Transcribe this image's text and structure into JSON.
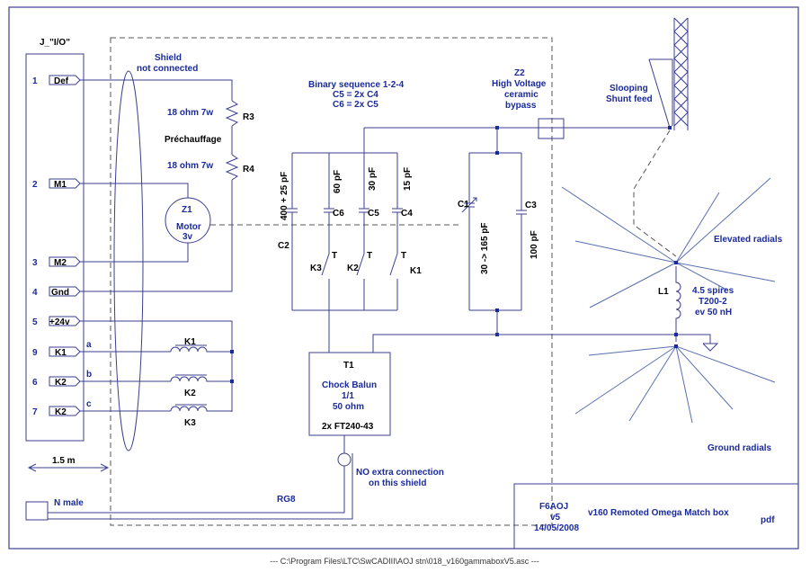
{
  "connector": {
    "title": "J_\"I/O\""
  },
  "pins": [
    {
      "num": "1",
      "label": "Def"
    },
    {
      "num": "2",
      "label": "M1"
    },
    {
      "num": "3",
      "label": "M2"
    },
    {
      "num": "4",
      "label": "Gnd"
    },
    {
      "num": "5",
      "label": "+24v"
    },
    {
      "num": "9",
      "label": "K1"
    },
    {
      "num": "6",
      "label": "K2"
    },
    {
      "num": "7",
      "label": "K2"
    }
  ],
  "wire_letters": [
    "a",
    "b",
    "c"
  ],
  "shield": {
    "line1": "Shield",
    "line2": "not connected"
  },
  "resistors": {
    "r3_value": "18 ohm 7w",
    "r3_ref": "R3",
    "r4_value": "18 ohm 7w",
    "r4_ref": "R4",
    "heater_label": "Préchauffage"
  },
  "motor": {
    "ref": "Z1",
    "name": "Motor",
    "volt": "3v"
  },
  "relay_coils": [
    "K1",
    "K2",
    "K3"
  ],
  "length_label": "1.5 m",
  "n_male": "N male",
  "rg8": "RG8",
  "no_extra": {
    "line1": "NO extra connection",
    "line2": "on this shield"
  },
  "binary": {
    "line1": "Binary sequence 1-2-4",
    "line2": "C5 = 2x C4",
    "line3": "C6 = 2x C5"
  },
  "caps": {
    "c2_value": "400 + 25 pF",
    "c2_ref": "C2",
    "c6_value": "60 pF",
    "c6_ref": "C6",
    "c5_value": "30 pF",
    "c5_ref": "C5",
    "c4_value": "15 pF",
    "c4_ref": "C4",
    "c1_value": "30 -> 165 pF",
    "c1_ref": "C1",
    "c3_value": "100 pF",
    "c3_ref": "C3"
  },
  "contacts": {
    "k3": "K3",
    "k2": "K2",
    "k1": "K1",
    "t": "T"
  },
  "z2": {
    "ref": "Z2",
    "line1": "High Voltage",
    "line2": "ceramic",
    "line3": "bypass"
  },
  "balun": {
    "ref": "T1",
    "line1": "Chock Balun",
    "line2": "1/1",
    "line3": "50 ohm",
    "line4": "2x FT240-43"
  },
  "sloping": {
    "line1": "Slooping",
    "line2": "Shunt feed"
  },
  "elevated": "Elevated radials",
  "inductor": {
    "ref": "L1",
    "line1": "4.5 spires",
    "line2": "T200-2",
    "line3": "ev 50 nH"
  },
  "ground": "Ground radials",
  "titleblock": {
    "author": "F6AOJ",
    "version": "v5",
    "date": "14/05/2008",
    "title": "v160 Remoted Omega Match  box",
    "format": "pdf"
  },
  "footer": "--- C:\\Program Files\\LTC\\SwCADIII\\AOJ stn\\018_v160gammaboxV5.asc ---"
}
